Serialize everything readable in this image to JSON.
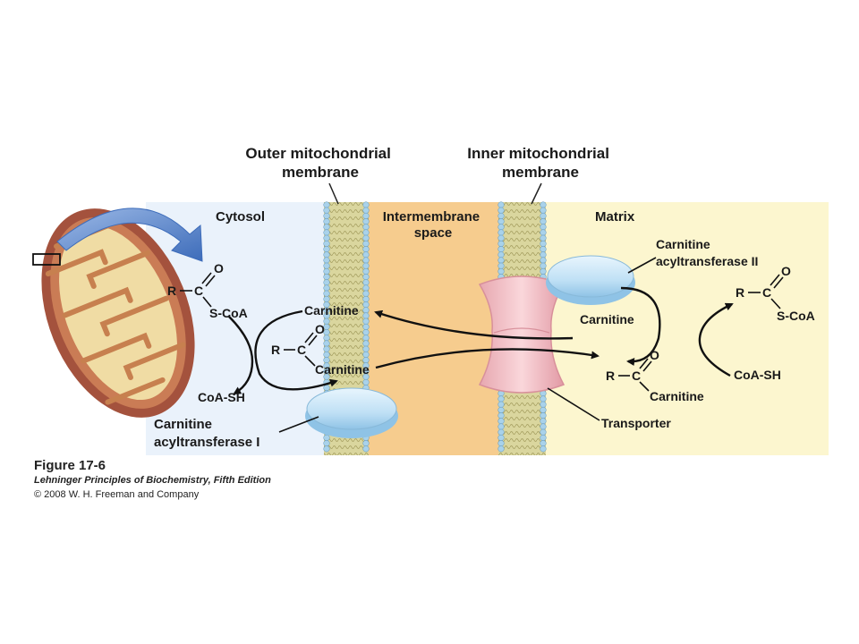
{
  "labels": {
    "outer_membrane": [
      "Outer mitochondrial",
      "membrane"
    ],
    "inner_membrane": [
      "Inner mitochondrial",
      "membrane"
    ],
    "cytosol": "Cytosol",
    "intermembrane": [
      "Intermembrane",
      "space"
    ],
    "matrix": "Matrix",
    "cat2": [
      "Carnitine",
      "acyltransferase II"
    ],
    "cat1": [
      "Carnitine",
      "acyltransferase I"
    ],
    "transporter": "Transporter"
  },
  "chem": {
    "R": "R",
    "C": "C",
    "O": "O",
    "S_CoA": "S-CoA",
    "CoA_SH": "CoA-SH",
    "carnitine": "Carnitine"
  },
  "caption": {
    "title": "Figure 17-6",
    "book": "Lehninger Principles of Biochemistry, Fifth Edition",
    "copyright": "© 2008 W. H. Freeman and Company"
  },
  "colors": {
    "cytosol": "#eaf2fb",
    "intermembrane": "#f6cc8e",
    "matrix": "#fcf6cf",
    "membrane": "#d8d49c",
    "enzyme": "#bfe0f5",
    "transporter": "#f3c0c5",
    "arrow_blue": "#5b86c9"
  }
}
